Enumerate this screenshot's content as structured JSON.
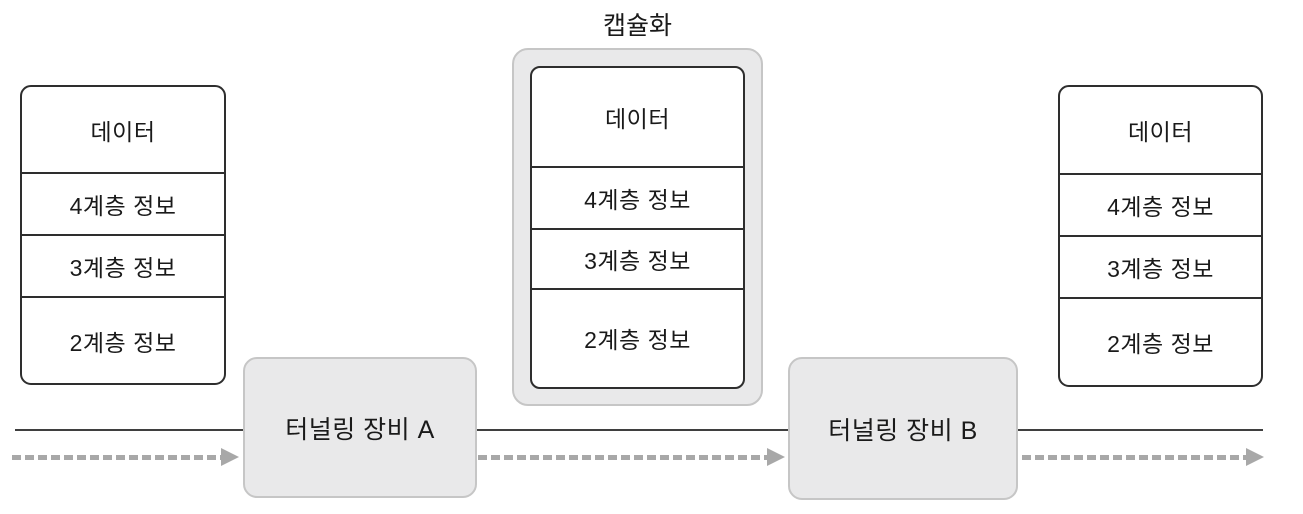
{
  "diagram": {
    "encapsulation_label": "캡슐화",
    "stack_left": {
      "rows": [
        "데이터",
        "4계층 정보",
        "3계층 정보",
        "2계층 정보"
      ]
    },
    "stack_encapsulated": {
      "rows": [
        "데이터",
        "4계층 정보",
        "3계층 정보",
        "2계층 정보"
      ]
    },
    "stack_right": {
      "rows": [
        "데이터",
        "4계층 정보",
        "3계층 정보",
        "2계층 정보"
      ]
    },
    "device_a_label": "터널링 장비 A",
    "device_b_label": "터널링 장비 B",
    "colors": {
      "background": "#ffffff",
      "gray_box_fill": "#e9e9ea",
      "gray_box_border": "#c6c6c6",
      "stack_border": "#2e2e2e",
      "solid_line": "#3f3f3f",
      "dashed_line": "#a8a8a8",
      "text": "#1a1a1a"
    }
  }
}
